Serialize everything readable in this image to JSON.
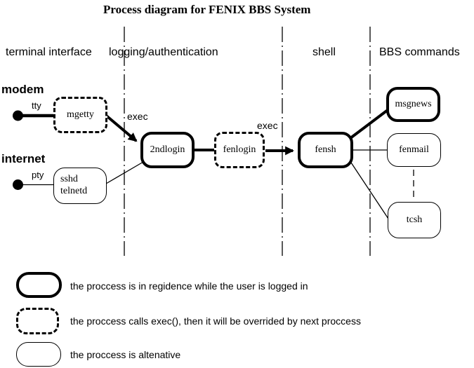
{
  "colors": {
    "ink": "#000000",
    "background": "#ffffff"
  },
  "title": "Process diagram for FENIX BBS System",
  "columns": [
    {
      "label": "terminal interface"
    },
    {
      "label": "logging/authentication"
    },
    {
      "label": "shell"
    },
    {
      "label": "BBS commands"
    }
  ],
  "sources": {
    "modem": {
      "label": "modem",
      "port": "tty"
    },
    "internet": {
      "label": "internet",
      "port": "pty"
    }
  },
  "nodes": {
    "mgetty": {
      "label": "mgetty",
      "type": "exec-overridden"
    },
    "sshd_telnetd": {
      "lines": [
        "sshd",
        "telnetd"
      ],
      "type": "alternative"
    },
    "secondlogin": {
      "label": "2ndlogin",
      "type": "resident"
    },
    "fenlogin": {
      "label": "fenlogin",
      "type": "exec-overridden"
    },
    "fensh": {
      "label": "fensh",
      "type": "resident"
    },
    "msgnews": {
      "label": "msgnews",
      "type": "resident"
    },
    "fenmail": {
      "label": "fenmail",
      "type": "alternative"
    },
    "tcsh": {
      "label": "tcsh",
      "type": "alternative"
    }
  },
  "edge_labels": {
    "mgetty_exec": "exec",
    "fenlogin_exec": "exec"
  },
  "legend": {
    "items": [
      {
        "style": "resident",
        "text": "the proccess is in regidence while the user is logged in"
      },
      {
        "style": "exec-overridden",
        "text": "the proccess calls exec(), then it will be overrided by next proccess"
      },
      {
        "style": "alternative",
        "text": "the proccess is altenative"
      }
    ]
  }
}
